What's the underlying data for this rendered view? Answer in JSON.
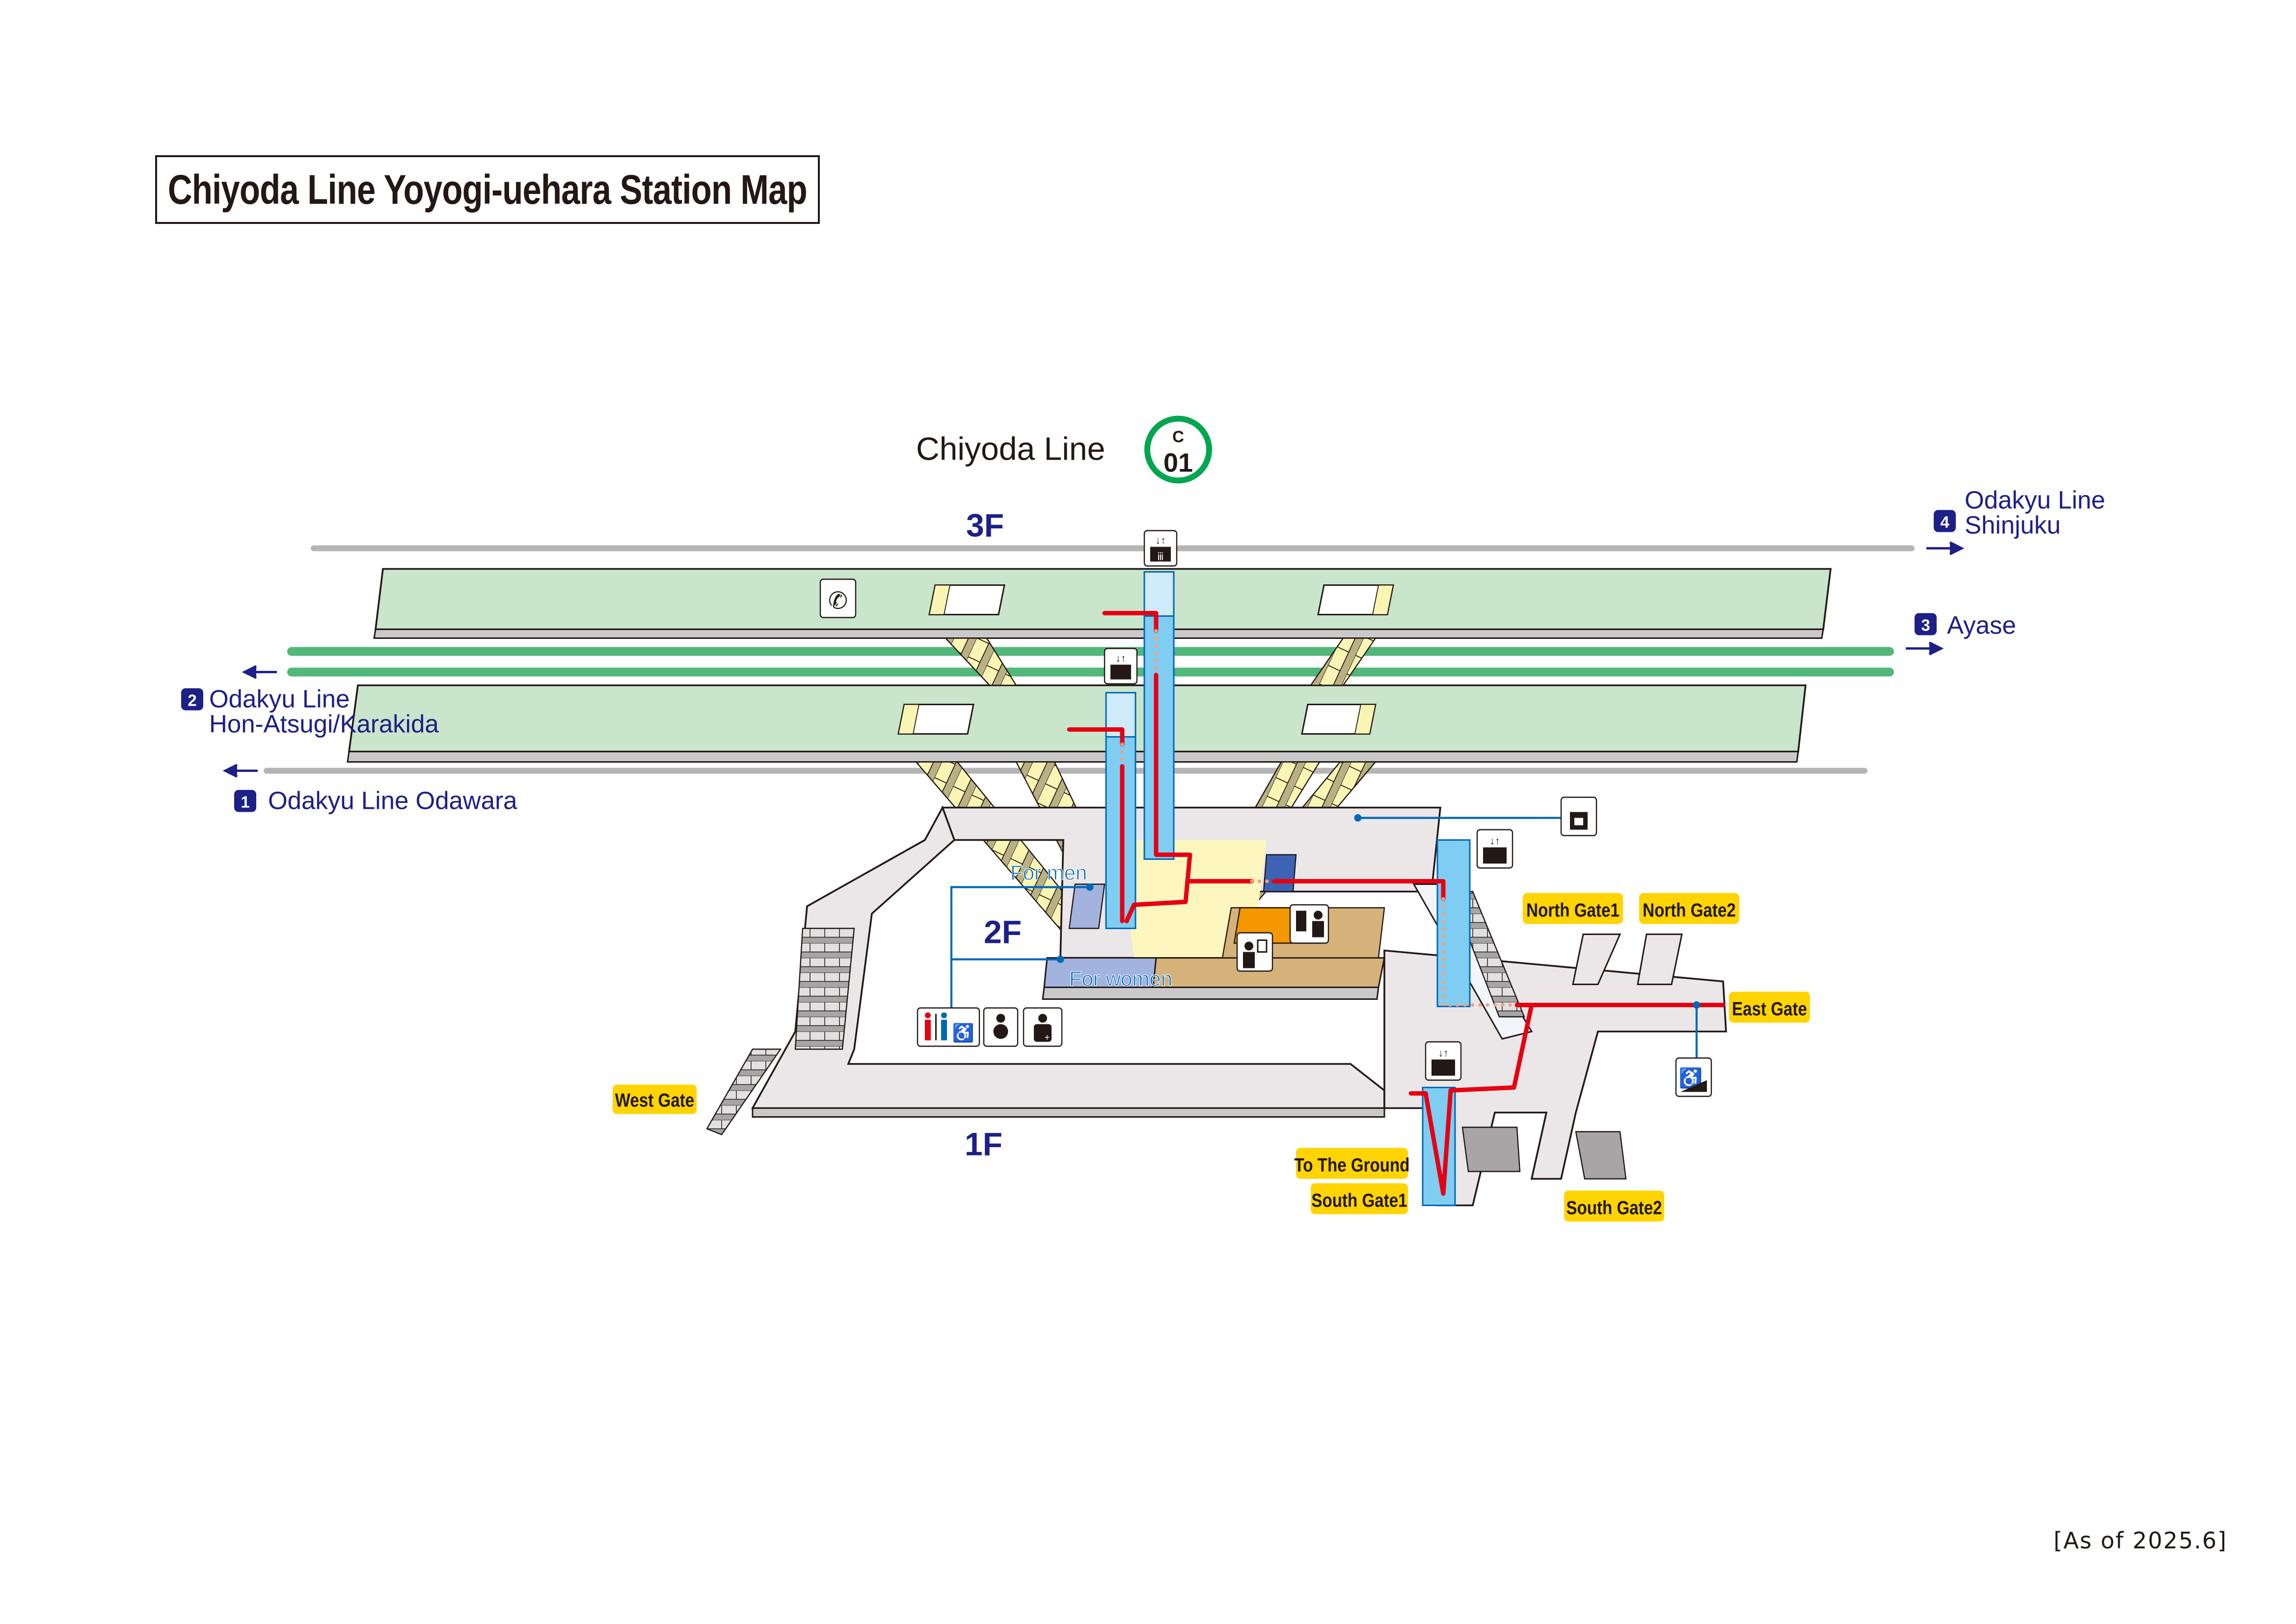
{
  "title": "Chiyoda Line Yoyogi-uehara Station Map",
  "as_of": "[As of 2025.6]",
  "line": {
    "name": "Chiyoda Line",
    "code_letter": "C",
    "code_number": "01",
    "color": "#00a650"
  },
  "floors": {
    "f3": "3F",
    "f2": "2F",
    "f1": "1F"
  },
  "directions": [
    {
      "number": "1",
      "line1": "Odakyu Line Odawara",
      "line2": "",
      "arrow": "left"
    },
    {
      "number": "2",
      "line1": "Odakyu Line",
      "line2": "Hon-Atsugi/Karakida",
      "arrow": "left"
    },
    {
      "number": "3",
      "line1": "Ayase",
      "line2": "",
      "arrow": "right"
    },
    {
      "number": "4",
      "line1": "Odakyu Line",
      "line2": "Shinjuku",
      "arrow": "right"
    }
  ],
  "toilets": {
    "men": "For men",
    "women": "For women"
  },
  "gates": {
    "west": "West Gate",
    "north1": "North Gate1",
    "north2": "North Gate2",
    "east": "East Gate",
    "south1": "South Gate1",
    "south2": "South Gate2",
    "ground": "To The Ground"
  },
  "icons": {
    "elevator": "elevator-icon",
    "telephone": "telephone-icon",
    "coin_locker": "coin-locker-icon",
    "toilet": "toilet-icon",
    "baby_care": "baby-care-icon",
    "first_aid": "first-aid-room-icon",
    "ticket_office": "ticket-machine-icon",
    "station_staff": "station-office-icon",
    "slope": "wheelchair-slope-icon"
  },
  "colors": {
    "direction_text": "#1d2087",
    "platform": "#c9e5cc",
    "track": "#52b77a",
    "route": "#e60012",
    "gate_badge": "#ffd400",
    "elevator_shaft": "#7fcdf2",
    "toilet_area": "#a2b3dd",
    "concourse": "#ebe6e8"
  }
}
